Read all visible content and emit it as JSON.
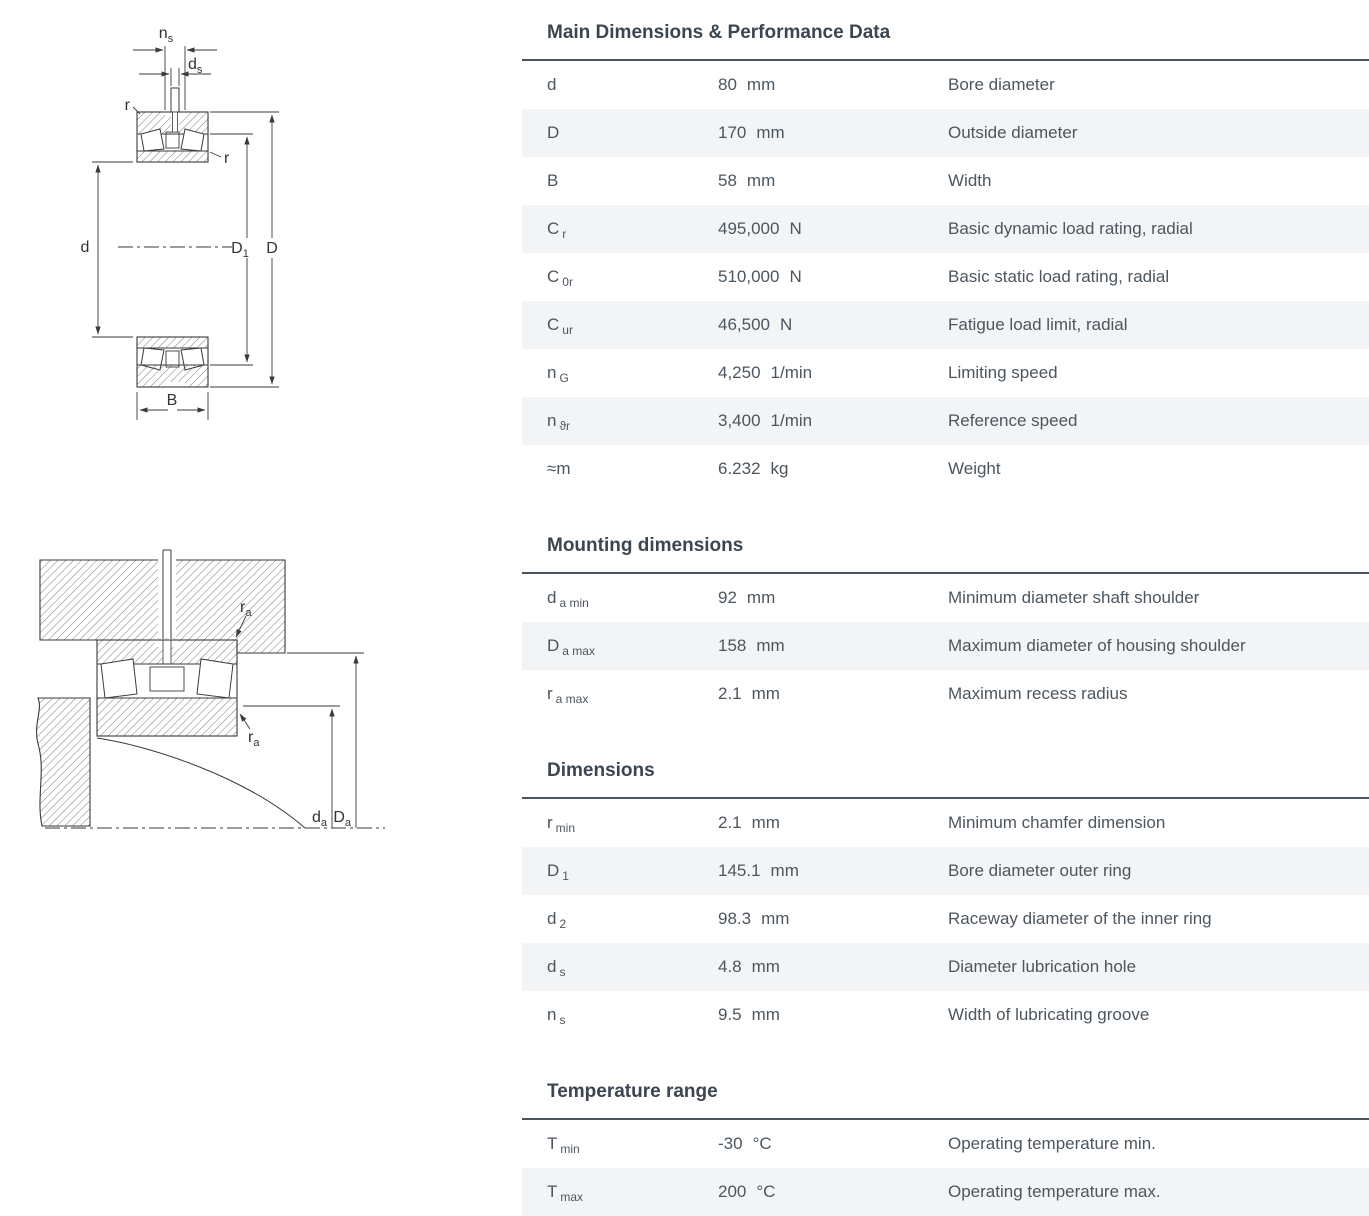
{
  "colors": {
    "row_alt": "#f2f4f6",
    "rule": "#4a545e",
    "title_text": "#3c4650",
    "body_text": "#4c565f",
    "drawing_line": "#3a3a3a"
  },
  "sections": [
    {
      "key": "main",
      "title": "Main Dimensions & Performance Data",
      "rows": [
        {
          "key": "d",
          "symbol": "d",
          "sub": "",
          "value": "80",
          "unit": "mm",
          "desc": "Bore diameter"
        },
        {
          "key": "D",
          "symbol": "D",
          "sub": "",
          "value": "170",
          "unit": "mm",
          "desc": "Outside diameter"
        },
        {
          "key": "B",
          "symbol": "B",
          "sub": "",
          "value": "58",
          "unit": "mm",
          "desc": "Width"
        },
        {
          "key": "Cr",
          "symbol": "C",
          "sub": "r",
          "value": "495,000",
          "unit": "N",
          "desc": "Basic dynamic load rating, radial"
        },
        {
          "key": "C0r",
          "symbol": "C",
          "sub": "0r",
          "value": "510,000",
          "unit": "N",
          "desc": "Basic static load rating, radial"
        },
        {
          "key": "Cur",
          "symbol": "C",
          "sub": "ur",
          "value": "46,500",
          "unit": "N",
          "desc": "Fatigue load limit, radial"
        },
        {
          "key": "nG",
          "symbol": "n",
          "sub": "G",
          "value": "4,250",
          "unit": "1/min",
          "desc": "Limiting speed"
        },
        {
          "key": "nthr",
          "symbol": "n",
          "sub": "ϑr",
          "value": "3,400",
          "unit": "1/min",
          "desc": "Reference speed"
        },
        {
          "key": "m",
          "symbol": "≈m",
          "sub": "",
          "value": "6.232",
          "unit": "kg",
          "desc": "Weight"
        }
      ]
    },
    {
      "key": "mounting",
      "title": "Mounting dimensions",
      "rows": [
        {
          "key": "da-min",
          "symbol": "d",
          "sub": "a min",
          "value": "92",
          "unit": "mm",
          "desc": "Minimum diameter shaft shoulder"
        },
        {
          "key": "Da-max",
          "symbol": "D",
          "sub": "a max",
          "value": "158",
          "unit": "mm",
          "desc": "Maximum diameter of housing shoulder"
        },
        {
          "key": "ra-max",
          "symbol": "r",
          "sub": "a max",
          "value": "2.1",
          "unit": "mm",
          "desc": "Maximum recess radius"
        }
      ]
    },
    {
      "key": "dimensions",
      "title": "Dimensions",
      "rows": [
        {
          "key": "r-min",
          "symbol": "r",
          "sub": "min",
          "value": "2.1",
          "unit": "mm",
          "desc": "Minimum chamfer dimension"
        },
        {
          "key": "D1",
          "symbol": "D",
          "sub": "1",
          "value": "145.1",
          "unit": "mm",
          "desc": "Bore diameter outer ring"
        },
        {
          "key": "d2",
          "symbol": "d",
          "sub": "2",
          "value": "98.3",
          "unit": "mm",
          "desc": "Raceway diameter of the inner ring"
        },
        {
          "key": "ds",
          "symbol": "d",
          "sub": "s",
          "value": "4.8",
          "unit": "mm",
          "desc": "Diameter lubrication hole"
        },
        {
          "key": "ns",
          "symbol": "n",
          "sub": "s",
          "value": "9.5",
          "unit": "mm",
          "desc": "Width of lubricating groove"
        }
      ]
    },
    {
      "key": "temperature",
      "title": "Temperature range",
      "rows": [
        {
          "key": "T-min",
          "symbol": "T",
          "sub": "min",
          "value": "-30",
          "unit": "°C",
          "desc": "Operating temperature min."
        },
        {
          "key": "T-max",
          "symbol": "T",
          "sub": "max",
          "value": "200",
          "unit": "°C",
          "desc": "Operating temperature max."
        }
      ]
    }
  ],
  "drawing_top": {
    "name": "bearing-cross-section",
    "labels": {
      "ns": {
        "main": "n",
        "sub": "s"
      },
      "ds": {
        "main": "d",
        "sub": "s"
      },
      "r1": {
        "main": "r"
      },
      "r2": {
        "main": "r"
      },
      "d": {
        "main": "d"
      },
      "D1": {
        "main": "D",
        "sub": "1"
      },
      "D": {
        "main": "D"
      },
      "B": {
        "main": "B"
      }
    }
  },
  "drawing_bottom": {
    "name": "bearing-mounting-section",
    "labels": {
      "ra1": {
        "main": "r",
        "sub": "a"
      },
      "ra2": {
        "main": "r",
        "sub": "a"
      },
      "da": {
        "main": "d",
        "sub": "a"
      },
      "Da": {
        "main": "D",
        "sub": "a"
      }
    }
  }
}
